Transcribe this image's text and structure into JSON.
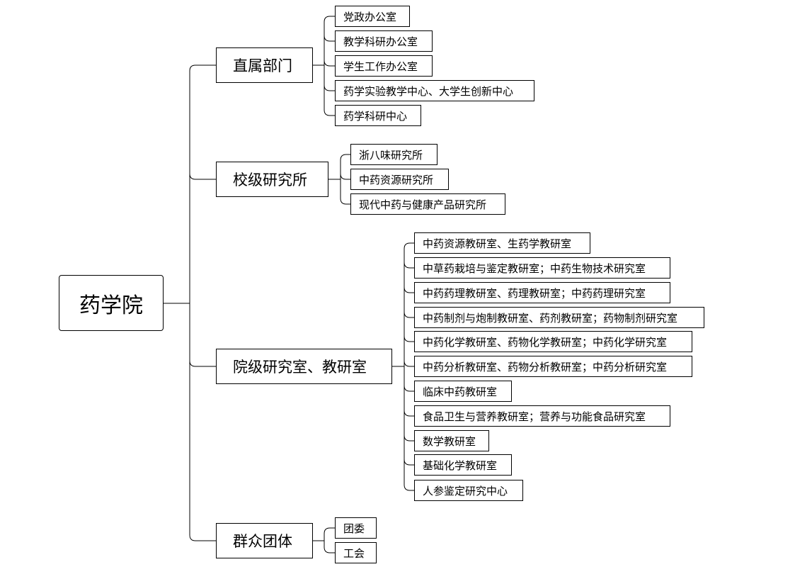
{
  "root": {
    "label": "药学院"
  },
  "categories": [
    {
      "label": "直属部门",
      "items": [
        "党政办公室",
        "教学科研办公室",
        "学生工作办公室",
        "药学实验教学中心、大学生创新中心",
        "药学科研中心"
      ]
    },
    {
      "label": "校级研究所",
      "items": [
        "浙八味研究所",
        "中药资源研究所",
        "现代中药与健康产品研究所"
      ]
    },
    {
      "label": "院级研究室、教研室",
      "items": [
        "中药资源教研室、生药学教研室",
        "中草药栽培与鉴定教研室；中药生物技术研究室",
        "中药药理教研室、药理教研室；中药药理研究室",
        "中药制剂与炮制教研室、药剂教研室；药物制剂研究室",
        "中药化学教研室、药物化学教研室；中药化学研究室",
        "中药分析教研室、药物分析教研室；中药分析研究室",
        "临床中药教研室",
        "食品卫生与营养教研室；营养与功能食品研究室",
        "数学教研室",
        "基础化学教研室",
        "人参鉴定研究中心"
      ]
    },
    {
      "label": "群众团体",
      "items": [
        "团委",
        "工会"
      ]
    }
  ]
}
